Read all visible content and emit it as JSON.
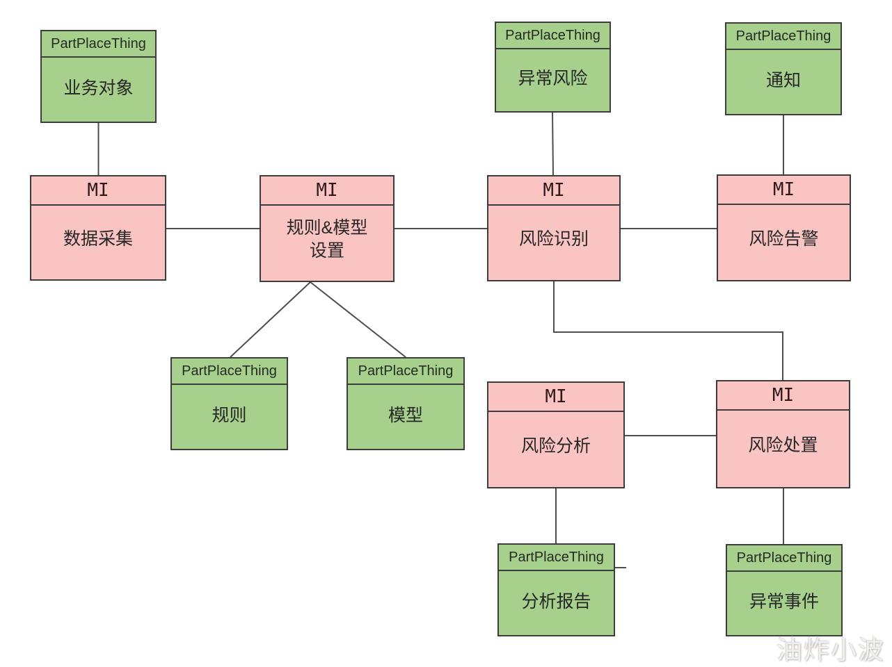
{
  "diagram": {
    "type": "entity-flow-diagram",
    "colors": {
      "green_fill": "#a6d08c",
      "pink_fill": "#fac4c2",
      "border": "#3c3c3c",
      "edge_line": "#4d4d4d",
      "text": "#262626"
    },
    "watermark": "油炸小波"
  },
  "nodes": {
    "business_object": {
      "header": "PartPlaceThing",
      "label": "业务对象"
    },
    "abnormal_risk": {
      "header": "PartPlaceThing",
      "label": "异常风险"
    },
    "notification": {
      "header": "PartPlaceThing",
      "label": "通知"
    },
    "data_collection": {
      "header": "MI",
      "label": "数据采集"
    },
    "rule_model_setting": {
      "header": "MI",
      "label": "规则&模型\n设置"
    },
    "risk_identification": {
      "header": "MI",
      "label": "风险识别"
    },
    "risk_alert": {
      "header": "MI",
      "label": "风险告警"
    },
    "rule": {
      "header": "PartPlaceThing",
      "label": "规则"
    },
    "model": {
      "header": "PartPlaceThing",
      "label": "模型"
    },
    "risk_analysis": {
      "header": "MI",
      "label": "风险分析"
    },
    "risk_disposal": {
      "header": "MI",
      "label": "风险处置"
    },
    "analysis_report": {
      "header": "PartPlaceThing",
      "label": "分析报告"
    },
    "abnormal_event": {
      "header": "PartPlaceThing",
      "label": "异常事件"
    }
  },
  "edges": [
    {
      "from": "business_object",
      "to": "data_collection"
    },
    {
      "from": "data_collection",
      "to": "rule_model_setting"
    },
    {
      "from": "rule_model_setting",
      "to": "risk_identification"
    },
    {
      "from": "abnormal_risk",
      "to": "risk_identification"
    },
    {
      "from": "risk_identification",
      "to": "risk_alert"
    },
    {
      "from": "notification",
      "to": "risk_alert"
    },
    {
      "from": "rule_model_setting",
      "to": "rule"
    },
    {
      "from": "rule_model_setting",
      "to": "model"
    },
    {
      "from": "risk_identification",
      "to": "risk_disposal"
    },
    {
      "from": "risk_analysis",
      "to": "risk_disposal"
    },
    {
      "from": "risk_analysis",
      "to": "analysis_report"
    },
    {
      "from": "risk_disposal",
      "to": "abnormal_event"
    }
  ]
}
